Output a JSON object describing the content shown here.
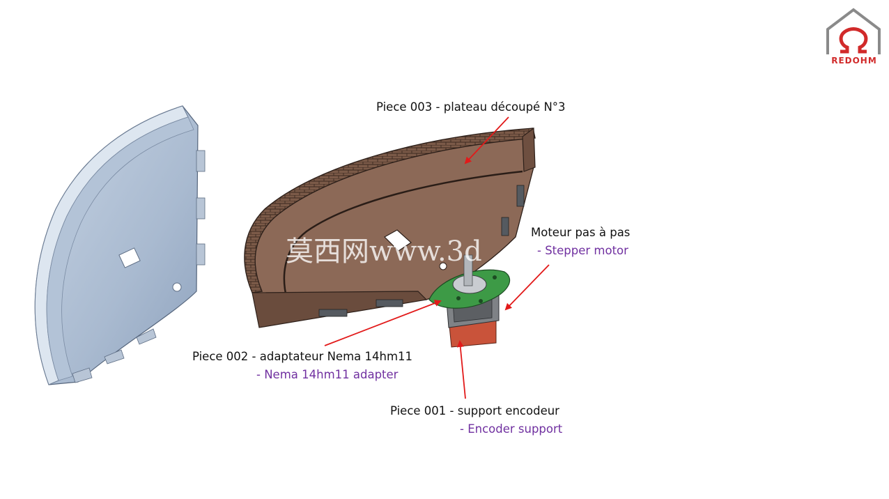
{
  "colors": {
    "label_text": "#111111",
    "sub_text": "#7030a0",
    "arrow": "#e21a1a",
    "brand": "#d12a2a",
    "plate_blue": "#9fb1c9",
    "wall_brown": "#7a5b4a",
    "floor_brown": "#8d6a58",
    "adapter_green": "#3d9a46",
    "motor_grey": "#7d7f82",
    "support_red": "#c9533a"
  },
  "logo": {
    "icon": "omega-house-icon",
    "text": "REDOHM"
  },
  "watermark": {
    "text": "莫西网www.3d"
  },
  "labels": {
    "piece003": {
      "title": "Piece 003 - plateau découpé N°3"
    },
    "moteur": {
      "title": "Moteur pas à pas",
      "subtitle": "- Stepper motor"
    },
    "piece002": {
      "title": "Piece 002 - adaptateur Nema 14hm11",
      "subtitle": "- Nema 14hm11 adapter"
    },
    "piece001": {
      "title": "Piece 001 - support encodeur",
      "subtitle": "- Encoder support"
    }
  }
}
